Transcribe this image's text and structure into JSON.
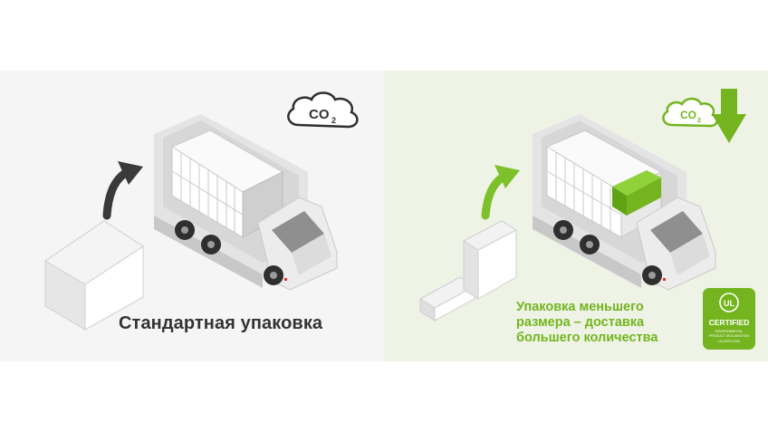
{
  "left_panel": {
    "caption": "Стандартная упаковка",
    "badge_text": "CO",
    "badge_subscript": "2"
  },
  "right_panel": {
    "caption_lines": [
      "Упаковка меньшего",
      "размера – доставка",
      "большего количества"
    ],
    "badge_text": "CO",
    "badge_subscript": "2",
    "certification": {
      "logo": "UL",
      "title": "CERTIFIED",
      "line1": "ENVIRONMENTAL",
      "line2": "PRODUCT DECLARATION",
      "line3": "ULCERT.COM"
    }
  },
  "colors": {
    "accent_green": "#74b51f",
    "dark_text": "#333333",
    "left_background": "#f5f5f6",
    "right_background": "#eef3e6"
  }
}
